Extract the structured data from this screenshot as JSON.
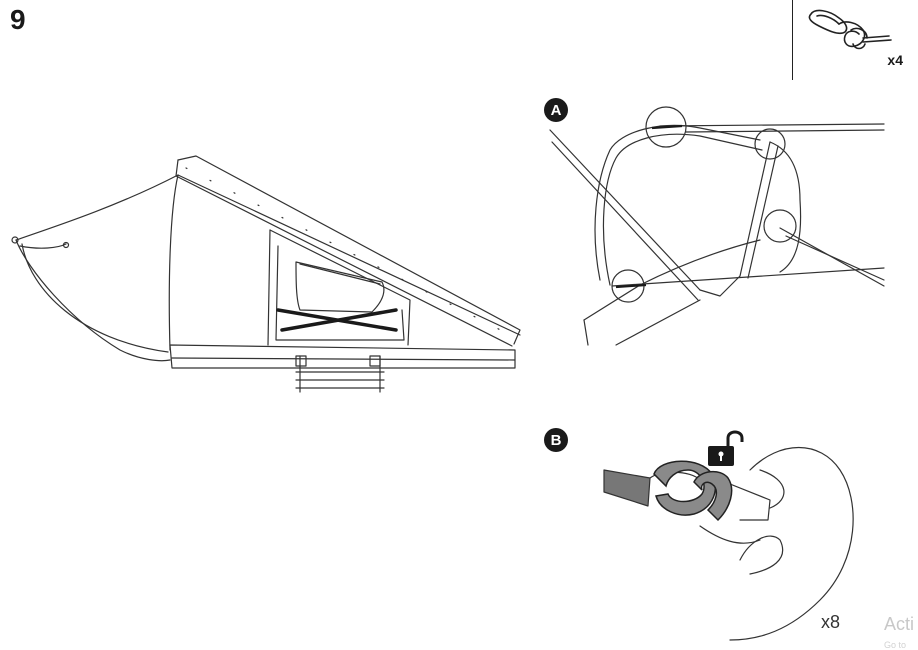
{
  "step": {
    "number": "9"
  },
  "parts": {
    "quantity": "x4",
    "icon": "carabiner-clip-icon"
  },
  "details": [
    {
      "label": "A"
    },
    {
      "label": "B",
      "quantity": "x8",
      "icon": "unlock-padlock-icon"
    }
  ],
  "watermark": {
    "text": "Acti",
    "subtext": "Go to"
  }
}
